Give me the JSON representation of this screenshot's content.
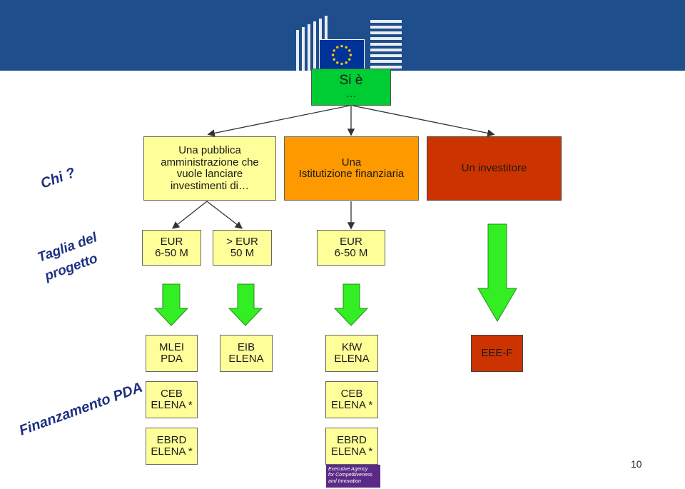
{
  "header": {
    "brand_color": "#1f4e8c",
    "flag_color": "#003399"
  },
  "top_box": {
    "line1": "Si è",
    "line2": "…"
  },
  "who": {
    "label": "Chi ?",
    "public_admin": [
      "Una pubblica",
      "amministrazione che",
      "vuole lanciare",
      "investimenti di…"
    ],
    "institution": [
      "Una",
      "Istitutizione finanziaria"
    ],
    "investor": "Un investitore"
  },
  "size": {
    "label_line1": "Taglia del",
    "label_line2": "progetto",
    "boxes": [
      [
        "EUR",
        "6-50 M"
      ],
      [
        "> EUR",
        "50 M"
      ],
      [
        "EUR",
        "6-50 M"
      ]
    ]
  },
  "financing": {
    "label": "Finanzamento PDA",
    "col1": [
      [
        "MLEI",
        "PDA"
      ],
      [
        "CEB",
        "ELENA *"
      ],
      [
        "EBRD",
        "ELENA *"
      ]
    ],
    "col2": [
      [
        "EIB",
        "ELENA"
      ]
    ],
    "col3": [
      [
        "KfW",
        "ELENA"
      ],
      [
        "CEB",
        "ELENA *"
      ],
      [
        "EBRD",
        "ELENA *"
      ]
    ],
    "col4": "EEE-F"
  },
  "footer": {
    "agency": [
      "Executive Agency",
      "for Competitiveness",
      "and Innovation"
    ],
    "page_number": "10"
  },
  "colors": {
    "green": "#00cc33",
    "yellow": "#ffff99",
    "orange": "#ff9900",
    "red": "#cc3300",
    "label_blue": "#1f2f80"
  }
}
